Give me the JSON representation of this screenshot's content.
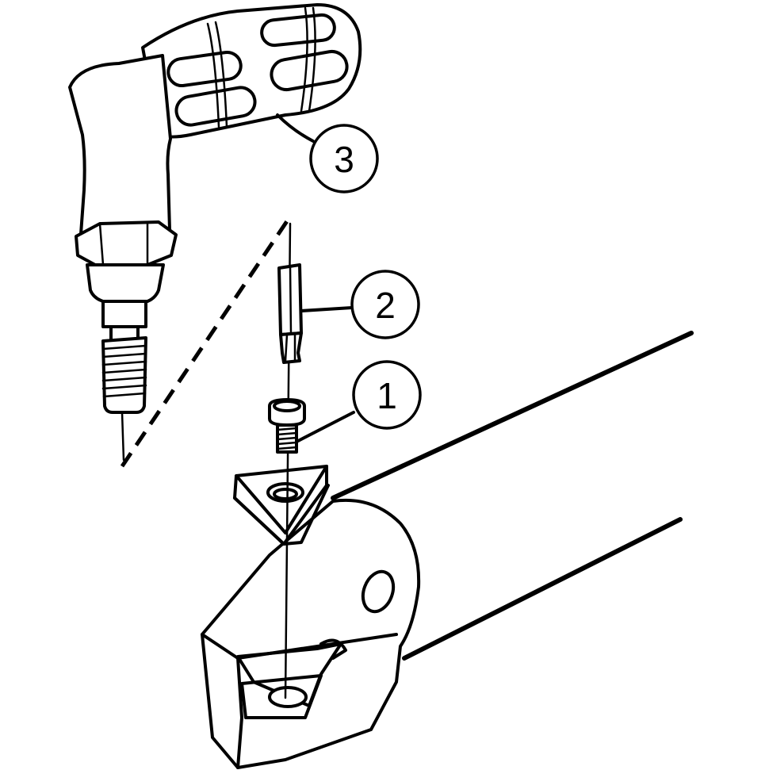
{
  "callouts": [
    {
      "label": "1",
      "part": "insert-screw"
    },
    {
      "label": "2",
      "part": "torx-bit"
    },
    {
      "label": "3",
      "part": "screwdriver-handle"
    }
  ],
  "colors": {
    "line": "#000000",
    "background": "#ffffff"
  }
}
